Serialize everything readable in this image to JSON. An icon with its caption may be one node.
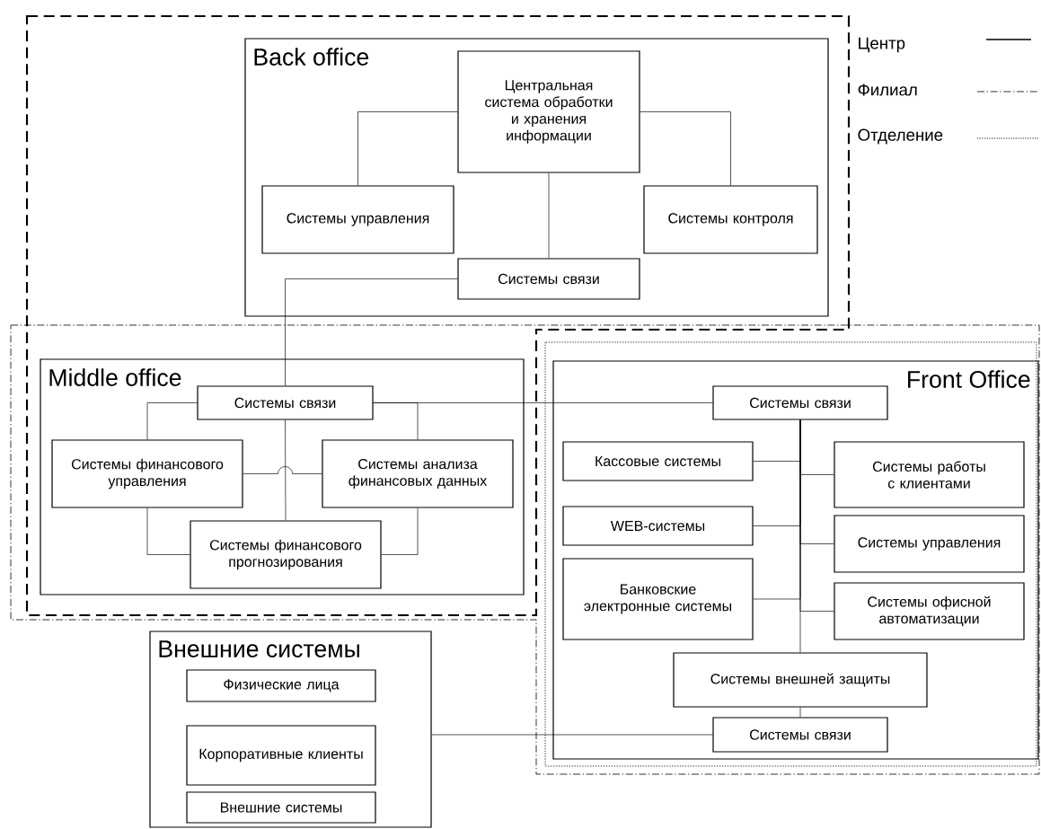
{
  "diagram": {
    "nodes": [
      {
        "text": [
          "Back office"
        ]
      },
      {
        "text": [
          "Центральная система обработки и хранения информации"
        ],
        "in": 0
      },
      {
        "text": [
          "Системы управления"
        ],
        "in": 0
      },
      {
        "text": [
          "Системы контроля"
        ],
        "in": 0
      },
      {
        "text": [
          "Системы  связи"
        ],
        "in": 0
      },
      {
        "text": [
          "Middle office"
        ]
      },
      {
        "text": [
          "Системы  связи"
        ],
        "in": 5
      },
      {
        "text": [
          "Системы финансового управления"
        ],
        "in": 5
      },
      {
        "text": [
          "Системы анализа финансовых данных"
        ],
        "in": 5
      },
      {
        "text": [
          "Системы финансового прогнозирования"
        ],
        "in": 5
      },
      {
        "text": [
          "Front Office"
        ]
      },
      {
        "text": [
          "Системы  связи"
        ],
        "in": 10
      },
      {
        "text": [
          "Кассовые системы"
        ],
        "in": 10
      },
      {
        "text": [
          "Системы работы с клиентами"
        ],
        "in": 10
      },
      {
        "text": [
          "WEB-системы"
        ],
        "in": 10
      },
      {
        "text": [
          "Системы управления"
        ],
        "in": 10
      },
      {
        "text": [
          "Банковские электронные системы"
        ],
        "in": 10
      },
      {
        "text": [
          "Системы офисной автоматизации"
        ],
        "in": 10
      },
      {
        "text": [
          "Системы  внешней защиты"
        ],
        "in": 10
      },
      {
        "text": [
          "Системы  связи"
        ],
        "in": 10
      },
      {
        "text": [
          "Внешние системы"
        ]
      },
      {
        "text": [
          "Физические лица"
        ],
        "in": 20
      },
      {
        "text": [
          "Корпоративные клиенты"
        ],
        "in": 20
      },
      {
        "text": [
          "Внешние системы"
        ],
        "in": 20
      }
    ],
    "edges": [
      {
        "from": 1,
        "to": 2,
        "arrow": "none"
      },
      {
        "from": 1,
        "to": 3,
        "arrow": "none"
      },
      {
        "from": 1,
        "to": 4,
        "arrow": "none"
      },
      {
        "from": 4,
        "to": 6,
        "arrow": "none"
      },
      {
        "from": 6,
        "to": 7,
        "arrow": "none"
      },
      {
        "from": 6,
        "to": 8,
        "arrow": "none"
      },
      {
        "from": 6,
        "to": 9,
        "arrow": "none"
      },
      {
        "from": 7,
        "to": 8,
        "arrow": "none"
      },
      {
        "from": 7,
        "to": 9,
        "arrow": "none"
      },
      {
        "from": 8,
        "to": 9,
        "arrow": "none"
      },
      {
        "from": 6,
        "to": 11,
        "arrow": "none"
      },
      {
        "from": 11,
        "to": 12,
        "arrow": "none"
      },
      {
        "from": 11,
        "to": 13,
        "arrow": "none"
      },
      {
        "from": 11,
        "to": 14,
        "arrow": "none"
      },
      {
        "from": 11,
        "to": 15,
        "arrow": "none"
      },
      {
        "from": 11,
        "to": 16,
        "arrow": "none"
      },
      {
        "from": 11,
        "to": 17,
        "arrow": "none"
      },
      {
        "from": 11,
        "to": 18,
        "arrow": "none"
      },
      {
        "from": 18,
        "to": 19,
        "arrow": "none"
      },
      {
        "from": 20,
        "to": 19,
        "arrow": "none"
      }
    ],
    "legend": [
      {
        "text": "Центр"
      },
      {
        "text": "Филиал"
      },
      {
        "text": "Отделение"
      }
    ]
  }
}
